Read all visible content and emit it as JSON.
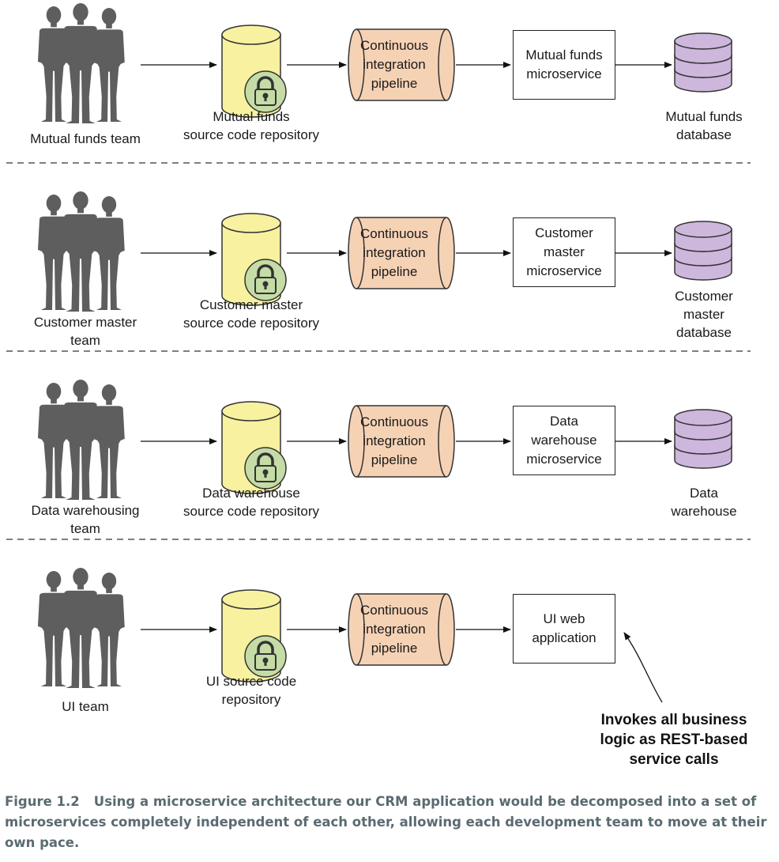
{
  "rows": [
    {
      "team": "Mutual funds team",
      "repo": "Mutual funds\nsource code repository",
      "pipeline": "Continuous\nintegration\npipeline",
      "service": "Mutual funds\nmicroservice",
      "database": "Mutual funds\ndatabase"
    },
    {
      "team": "Customer master\nteam",
      "repo": "Customer master\nsource code repository",
      "pipeline": "Continuous\nintegration\npipeline",
      "service": "Customer\nmaster\nmicroservice",
      "database": "Customer\nmaster\ndatabase"
    },
    {
      "team": "Data warehousing\nteam",
      "repo": "Data warehouse\nsource code repository",
      "pipeline": "Continuous\nintegration\npipeline",
      "service": "Data\nwarehouse\nmicroservice",
      "database": "Data\nwarehouse"
    },
    {
      "team": "UI team",
      "repo": "UI source code\nrepository",
      "pipeline": "Continuous\nintegration\npipeline",
      "service": "UI web\napplication",
      "database": ""
    }
  ],
  "annotation": "Invokes all business\nlogic as REST-based\nservice calls",
  "caption": {
    "figure_number": "Figure 1.2",
    "text": "Using a microservice architecture our CRM application would be decomposed into a set of microservices completely independent of each other, allowing each development team to move at their own pace."
  },
  "colors": {
    "people": "#5e5e5e",
    "repo_fill": "#f7f1a0",
    "lock_fill": "#c5dca6",
    "pipeline_fill": "#f6d2b5",
    "database_fill": "#cdb7dd",
    "caption_text": "#5a6b72"
  },
  "icons": {
    "team": "people-silhouette-icon",
    "repo": "locked-repository-icon",
    "pipeline": "pipeline-cylinder-icon",
    "database": "database-stack-icon"
  }
}
